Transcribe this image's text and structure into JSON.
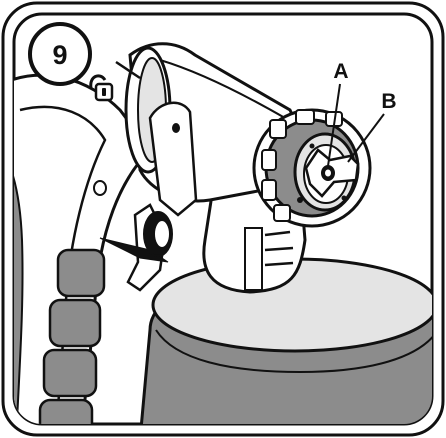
{
  "step": {
    "number": "9"
  },
  "callouts": [
    {
      "id": "A",
      "label": "A"
    },
    {
      "id": "B",
      "label": "B"
    }
  ],
  "icons": {
    "lock": "unlock-padlock-icon",
    "sprayer": "spray-gun-icon"
  },
  "colors": {
    "ink": "#111111",
    "paper": "#ffffff",
    "shade": "#8c8c8c",
    "light": "#e4e4e4"
  }
}
